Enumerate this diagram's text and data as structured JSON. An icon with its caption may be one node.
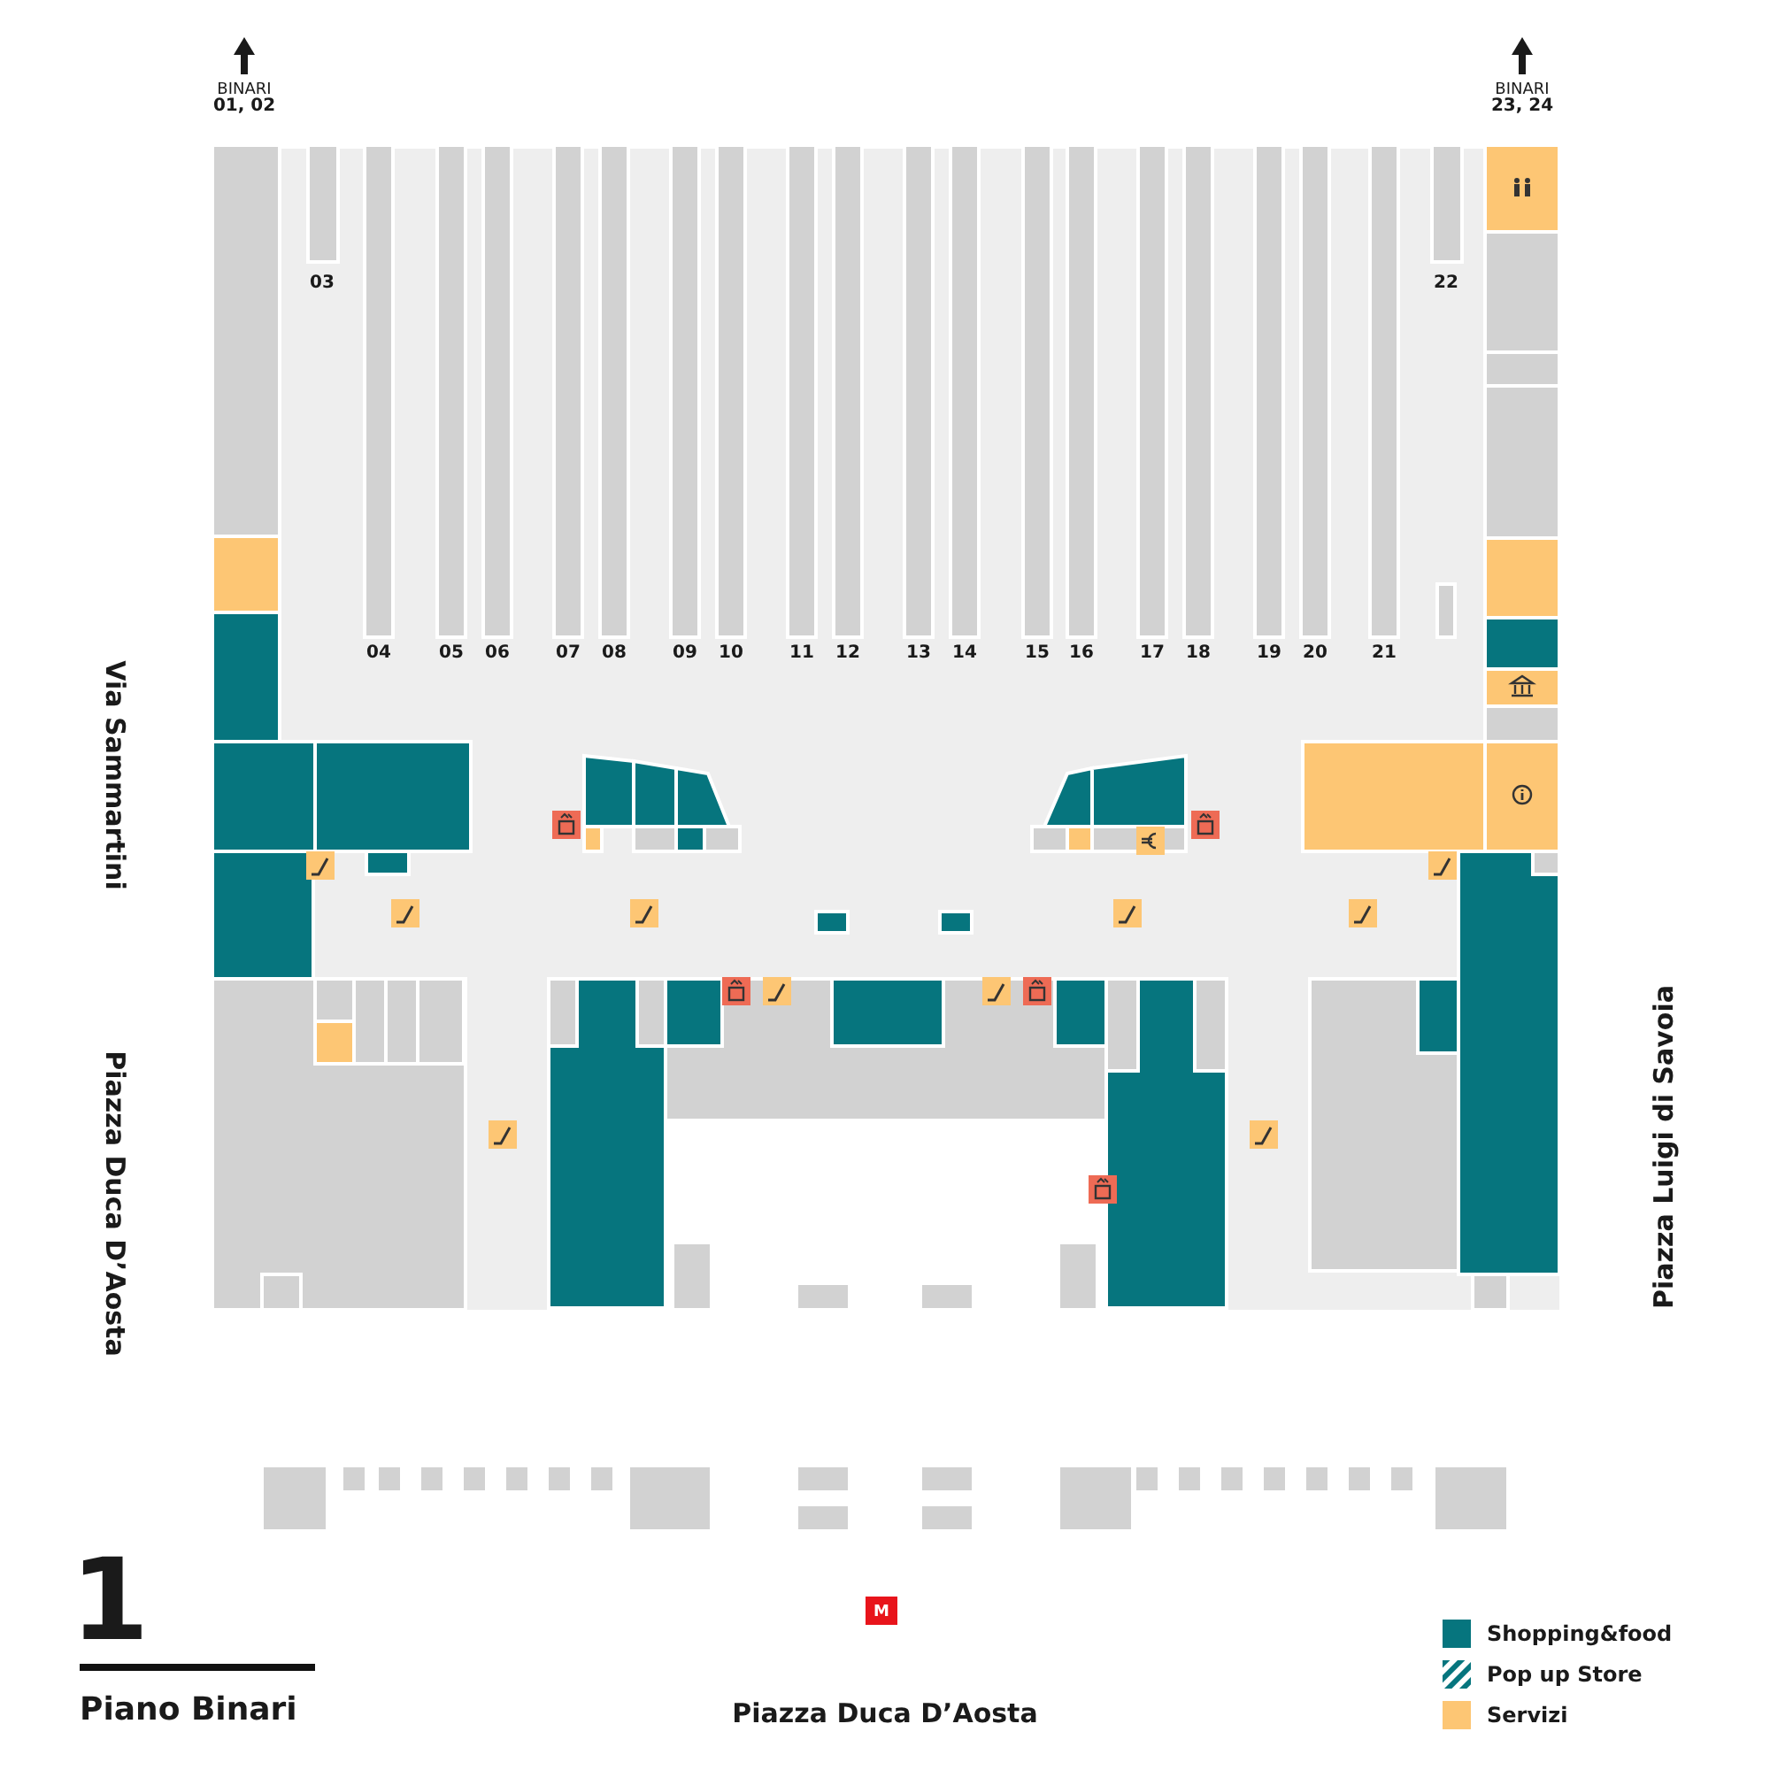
{
  "diagram": {
    "title": "Piano Binari",
    "labels": [
      "BINARI",
      "01, 02",
      "BINARI",
      "23, 24",
      "03",
      "22",
      "04",
      "05",
      "06",
      "07",
      "08",
      "09",
      "10",
      "11",
      "12",
      "13",
      "14",
      "15",
      "16",
      "17",
      "18",
      "19",
      "20",
      "21",
      "Via Sammartini",
      "Piazza Duca D’Aosta",
      "Piazza Luigi di Savoia",
      "1",
      "M",
      "Piazza Duca D’Aosta"
    ],
    "legend": [
      {
        "text": "Shopping&food",
        "color": "#06757e"
      },
      {
        "text": "Pop up Store"
      },
      {
        "text": "Servizi",
        "color": "#fdc674"
      }
    ]
  }
}
